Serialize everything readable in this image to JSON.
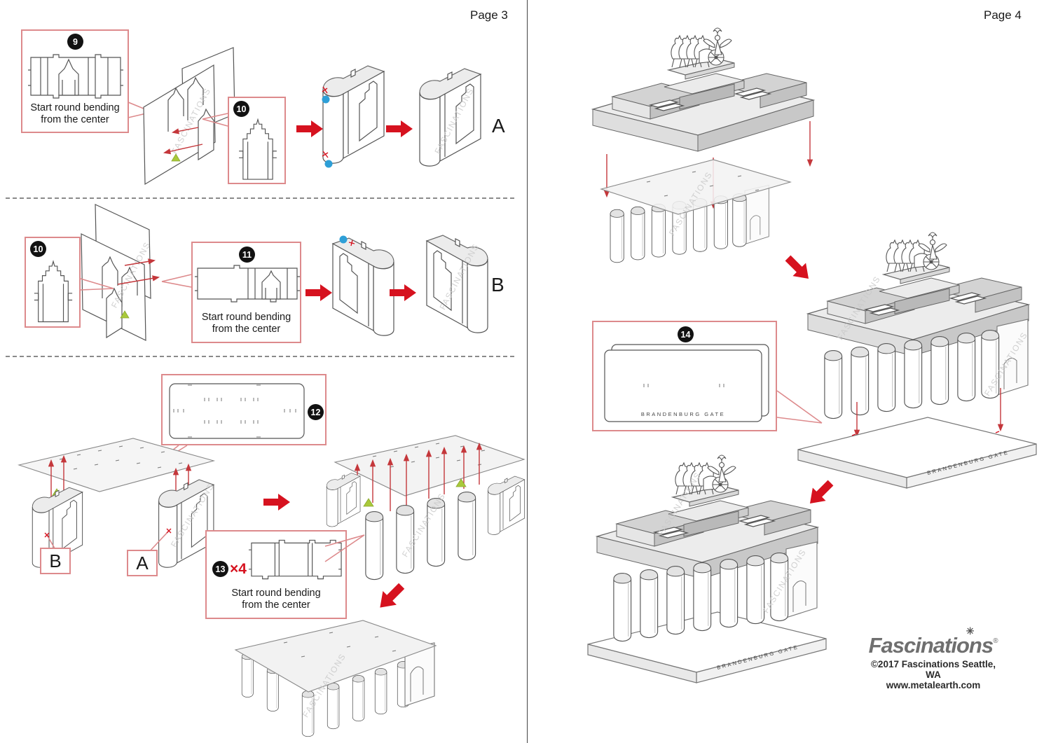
{
  "page3": {
    "header": "Page 3",
    "row1": {
      "step9_num": "9",
      "step9_note1": "Start round bending",
      "step9_note2": "from the center",
      "step10_num": "10",
      "result": "A"
    },
    "row2": {
      "step10_num": "10",
      "step11_num": "11",
      "step11_note1": "Start round bending",
      "step11_note2": "from the center",
      "result": "B"
    },
    "row3": {
      "step12_num": "12",
      "step13_num": "13",
      "step13_qty": "×4",
      "step13_note1": "Start round bending",
      "step13_note2": "from the center",
      "label_b": "B",
      "label_a": "A"
    }
  },
  "page4": {
    "header": "Page 4",
    "step14_num": "14",
    "step14_base_text": "BRANDENBURG GATE",
    "mid_base_text": "BRANDENBURG GATE",
    "final_base_text": "BRANDENBURG GATE",
    "branding": {
      "logo": "Fascinations",
      "reg": "®",
      "flower": "✳",
      "copyright": "©2017 Fascinations Seattle, WA",
      "website": "www.metalearth.com"
    }
  },
  "watermark": "FASCINATIONS",
  "colors": {
    "accent_red": "#d6121f",
    "callout_pink": "#dd8a8c",
    "dot_blue": "#2e9fd7",
    "tab_green": "#a9c93a"
  }
}
